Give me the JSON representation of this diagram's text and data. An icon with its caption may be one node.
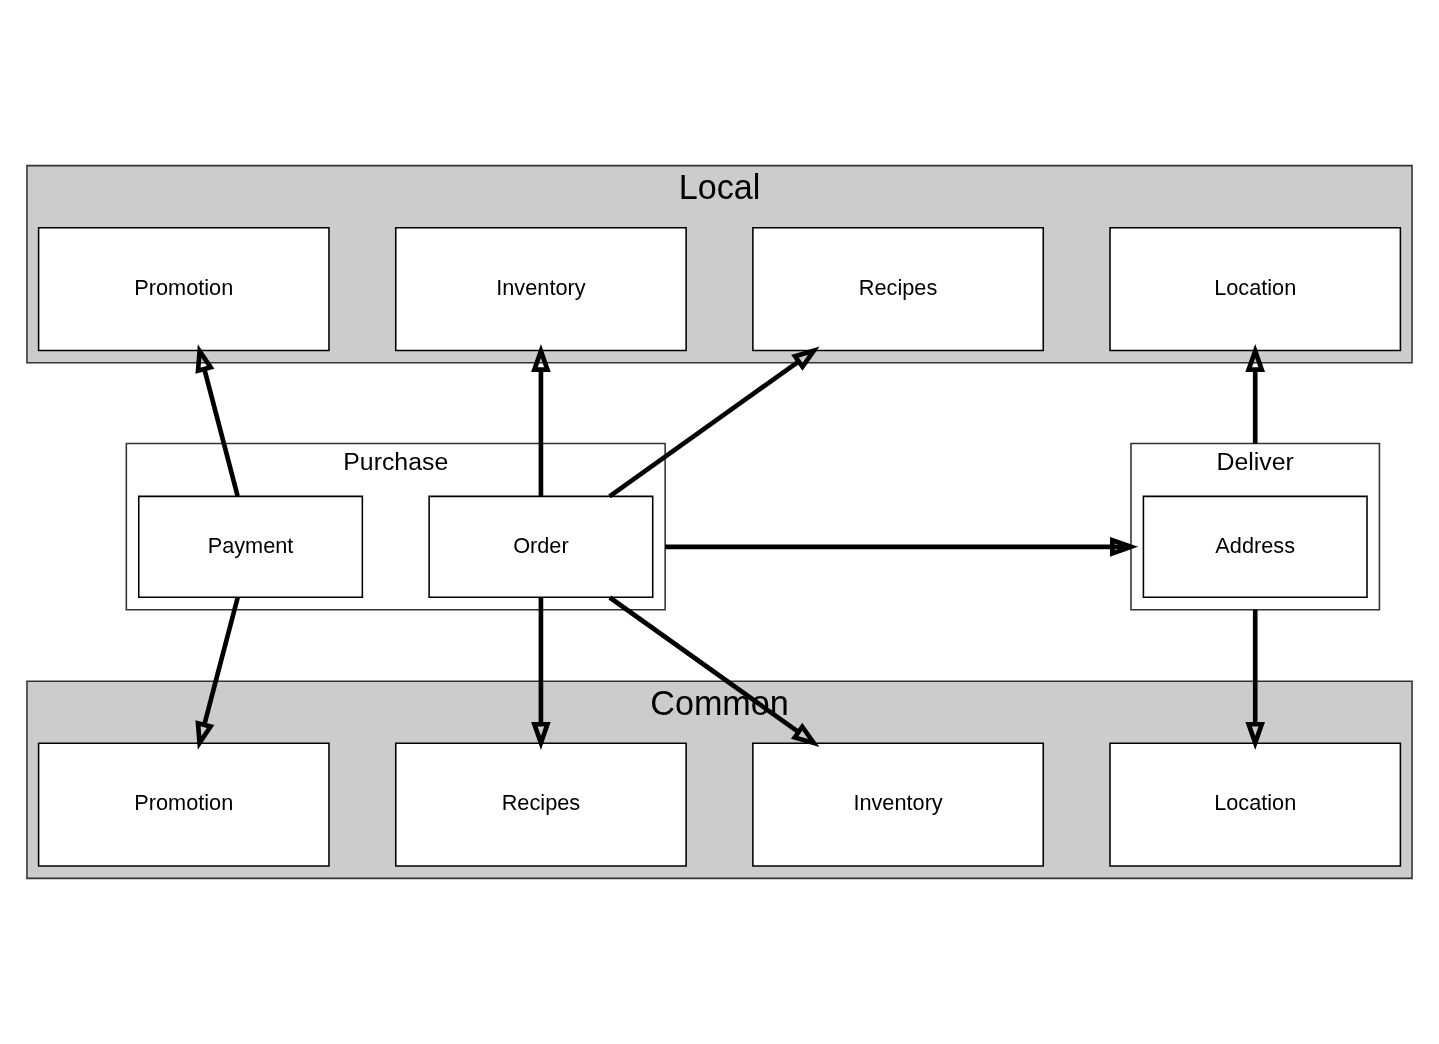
{
  "diagram": {
    "nodes": [
      {
        "text": [
          "Local"
        ]
      },
      {
        "text": [
          "Recipes"
        ],
        "in": 0
      },
      {
        "text": [
          "Inventory"
        ],
        "in": 0
      },
      {
        "text": [
          "Promotion"
        ],
        "in": 0
      },
      {
        "text": [
          "Location"
        ],
        "in": 0
      },
      {
        "text": [
          "Purchase"
        ]
      },
      {
        "text": [
          "Order"
        ],
        "in": 5
      },
      {
        "text": [
          "Payment"
        ],
        "in": 5
      },
      {
        "text": [
          "Deliver"
        ]
      },
      {
        "text": [
          "Address"
        ],
        "in": 8
      },
      {
        "text": [
          "Common"
        ]
      },
      {
        "text": [
          "Recipes"
        ],
        "in": 10
      },
      {
        "text": [
          "Inventory"
        ],
        "in": 10
      },
      {
        "text": [
          "Promotion"
        ],
        "in": 10
      },
      {
        "text": [
          "Location"
        ],
        "in": 10
      }
    ],
    "edges": [
      {
        "from": 6,
        "to": 1,
        "arrow": "to"
      },
      {
        "from": 6,
        "to": 2,
        "arrow": "to"
      },
      {
        "from": 7,
        "to": 3,
        "arrow": "to"
      },
      {
        "from": 8,
        "to": 4,
        "arrow": "to"
      },
      {
        "from": 5,
        "to": 8,
        "arrow": "to"
      },
      {
        "from": 6,
        "to": 11,
        "arrow": "to"
      },
      {
        "from": 6,
        "to": 12,
        "arrow": "to"
      },
      {
        "from": 7,
        "to": 13,
        "arrow": "to"
      },
      {
        "from": 8,
        "to": 14,
        "arrow": "to"
      }
    ]
  }
}
